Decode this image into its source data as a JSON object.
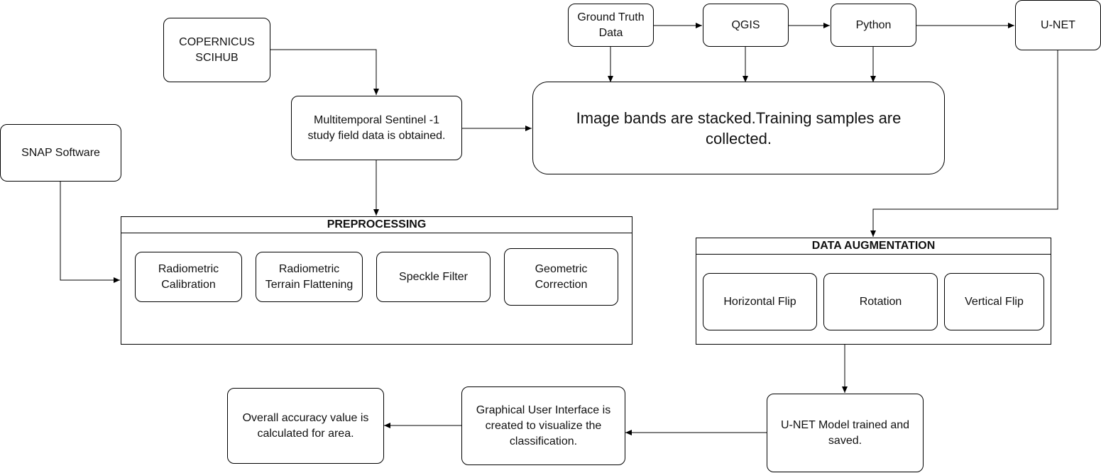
{
  "nodes": {
    "copernicus": "COPERNICUS\nSCIHUB",
    "snap": "SNAP Software",
    "multitemporal": "Multitemporal Sentinel -1\nstudy field data is obtained.",
    "ground_truth": "Ground Truth\nData",
    "qgis": "QGIS",
    "python": "Python",
    "unet_top": "U-NET",
    "stacked": "Image bands are stacked.Training samples are\ncollected.",
    "unet_model": "U-NET Model trained and\nsaved.",
    "gui": "Graphical User Interface is\ncreated to visualize the\nclassification.",
    "accuracy": "Overall accuracy value is\ncalculated for area."
  },
  "preprocessing": {
    "title": "PREPROCESSING",
    "steps": [
      "Radiometric\nCalibration",
      "Radiometric\nTerrain Flattening",
      "Speckle Filter",
      "Geometric\nCorrection"
    ]
  },
  "augmentation": {
    "title": "DATA AUGMENTATION",
    "steps": [
      "Horizontal Flip",
      "Rotation",
      "Vertical Flip"
    ]
  }
}
